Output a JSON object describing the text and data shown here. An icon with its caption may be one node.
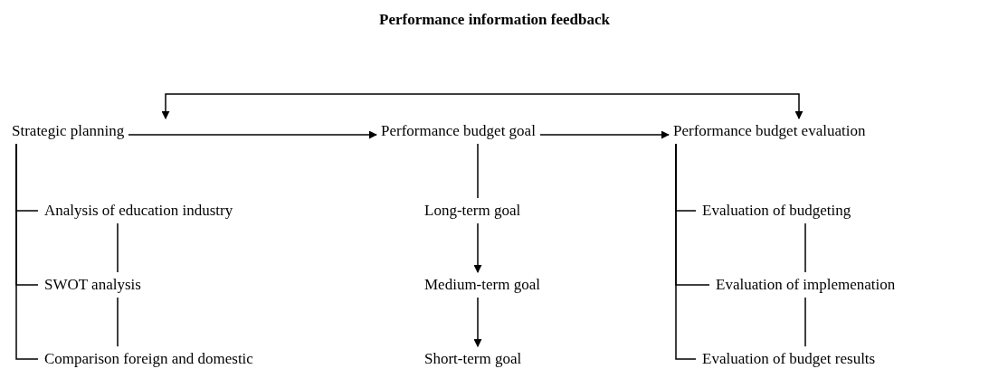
{
  "diagram": {
    "title": "Performance information feedback",
    "nodes": [
      {
        "text": [
          "Strategic planning"
        ]
      },
      {
        "text": [
          "Analysis of education industry"
        ]
      },
      {
        "text": [
          "SWOT analysis"
        ]
      },
      {
        "text": [
          "Comparison foreign and domestic"
        ]
      },
      {
        "text": [
          "Performance budget goal"
        ]
      },
      {
        "text": [
          "Long-term goal"
        ]
      },
      {
        "text": [
          "Medium-term goal"
        ]
      },
      {
        "text": [
          "Short-term goal"
        ]
      },
      {
        "text": [
          "Performance budget evaluation"
        ]
      },
      {
        "text": [
          "Evaluation of budgeting"
        ]
      },
      {
        "text": [
          "Evaluation of implemenation"
        ]
      },
      {
        "text": [
          "Evaluation of budget results"
        ]
      }
    ],
    "edges": [
      {
        "from": 8,
        "to": 0,
        "arrow": "both"
      },
      {
        "from": 0,
        "to": 4,
        "arrow": "to"
      },
      {
        "from": 4,
        "to": 8,
        "arrow": "to"
      },
      {
        "from": 0,
        "to": 1,
        "arrow": "none"
      },
      {
        "from": 0,
        "to": 2,
        "arrow": "none"
      },
      {
        "from": 0,
        "to": 3,
        "arrow": "none"
      },
      {
        "from": 1,
        "to": 2,
        "arrow": "none"
      },
      {
        "from": 2,
        "to": 3,
        "arrow": "none"
      },
      {
        "from": 4,
        "to": 5,
        "arrow": "none"
      },
      {
        "from": 5,
        "to": 6,
        "arrow": "to"
      },
      {
        "from": 6,
        "to": 7,
        "arrow": "to"
      },
      {
        "from": 8,
        "to": 9,
        "arrow": "none"
      },
      {
        "from": 8,
        "to": 10,
        "arrow": "none"
      },
      {
        "from": 8,
        "to": 11,
        "arrow": "none"
      },
      {
        "from": 9,
        "to": 10,
        "arrow": "none"
      },
      {
        "from": 10,
        "to": 11,
        "arrow": "none"
      }
    ]
  }
}
